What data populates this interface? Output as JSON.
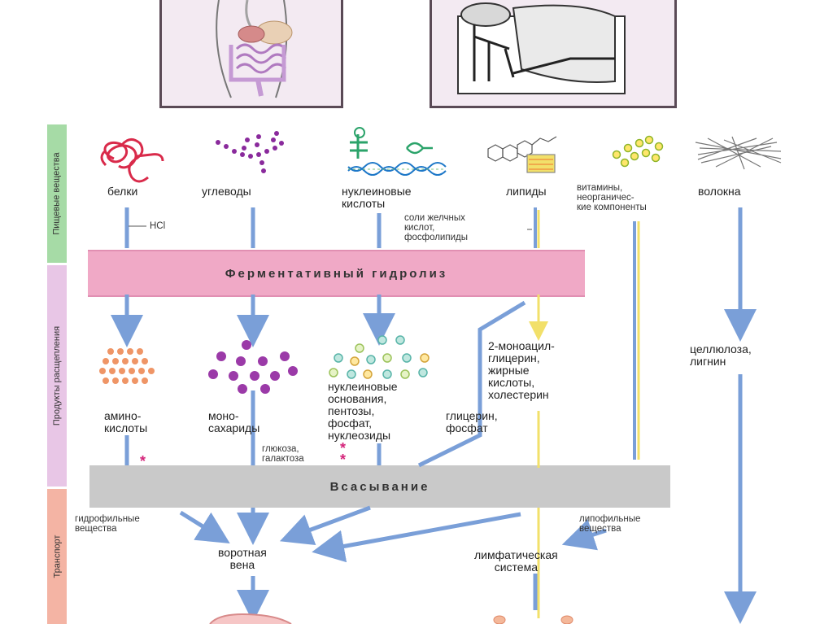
{
  "sidebar": {
    "food": "Пищевые вещества",
    "products": "Продукты расщепления",
    "transport": "Транспорт"
  },
  "bands": {
    "hydrolysis": "Ферментативный гидролиз",
    "absorption": "Всасывание"
  },
  "food": {
    "proteins": "белки",
    "carbs": "углеводы",
    "nucleic": "нуклеиновые\nкислоты",
    "lipids": "липиды",
    "vitamins": "витамины,\nнеорганичес-\nкие компоненты",
    "fibers": "волокна"
  },
  "notes": {
    "hcl": "HCl",
    "bile": "соли желчных\nкислот,\nфосфолипиды",
    "glucose": "глюкоза,\nгалактоза",
    "hydrophilic": "гидрофильные\nвещества",
    "lipophilic": "липофильные\nвещества"
  },
  "products": {
    "amino": "амино-\nкислоты",
    "mono": "моно-\nсахариды",
    "nucleo": "нуклеиновые\nоснования,\nпентозы,\nфосфат,\nнуклеозиды",
    "glycerol": "глицерин,\nфосфат",
    "monoacyl": "2-моноацил-\nглицерин,\nжирные\nкислоты,\nхолестерин",
    "cellulose": "целлюлоза,\nлигнин"
  },
  "transport": {
    "portal": "воротная\nвена",
    "lymph": "лимфатическая\nсистема"
  },
  "marks": {
    "star": "*"
  },
  "colors": {
    "arrow_blue": "#7a9fd8",
    "arrow_yellow": "#f2e06a",
    "hydrolysis_band": "#f0a9c6",
    "absorption_band": "#c9c9c9",
    "side_green": "#a6dba6",
    "side_pink": "#e8c6e6",
    "side_salmon": "#f4b4a4",
    "protein": "#d92a4a",
    "carb": "#8a2a9c",
    "amino": "#ef9566",
    "mono": "#9b3aa8"
  }
}
